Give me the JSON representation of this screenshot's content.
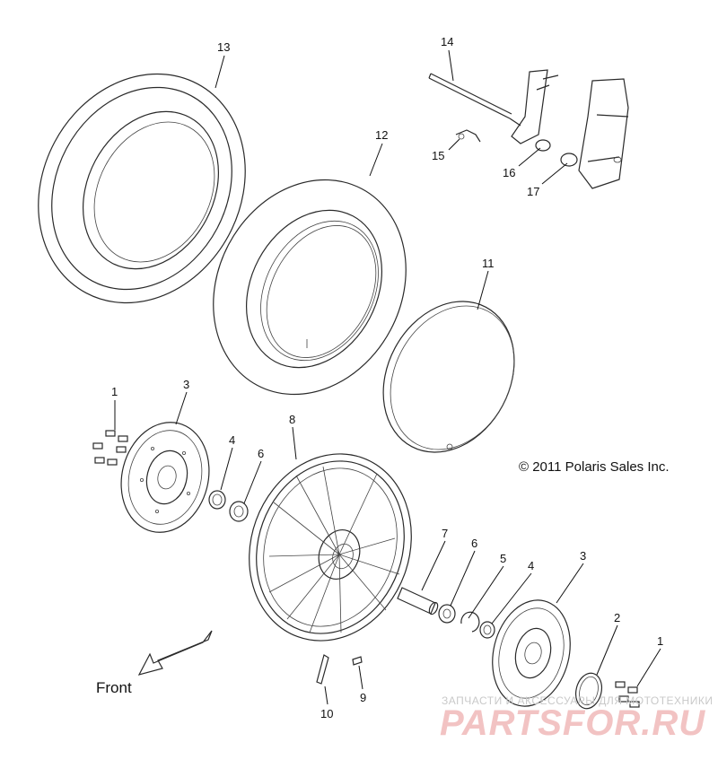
{
  "callouts": [
    {
      "id": "13",
      "text": "13"
    },
    {
      "id": "14",
      "text": "14"
    },
    {
      "id": "12",
      "text": "12"
    },
    {
      "id": "15",
      "text": "15"
    },
    {
      "id": "16",
      "text": "16"
    },
    {
      "id": "17",
      "text": "17"
    },
    {
      "id": "11",
      "text": "11"
    },
    {
      "id": "1a",
      "text": "1"
    },
    {
      "id": "3a",
      "text": "3"
    },
    {
      "id": "8",
      "text": "8"
    },
    {
      "id": "4a",
      "text": "4"
    },
    {
      "id": "6a",
      "text": "6"
    },
    {
      "id": "7",
      "text": "7"
    },
    {
      "id": "6b",
      "text": "6"
    },
    {
      "id": "5",
      "text": "5"
    },
    {
      "id": "4b",
      "text": "4"
    },
    {
      "id": "3b",
      "text": "3"
    },
    {
      "id": "2",
      "text": "2"
    },
    {
      "id": "1b",
      "text": "1"
    },
    {
      "id": "10",
      "text": "10"
    },
    {
      "id": "9",
      "text": "9"
    }
  ],
  "copyright": "© 2011 Polaris Sales Inc.",
  "front_label": "Front",
  "watermark": {
    "top_text": "ЗАПЧАСТИ И АКСЕССУАРЫ ДЛЯ МОТОТЕХНИКИ",
    "logo": "PARTSFOR.RU"
  }
}
